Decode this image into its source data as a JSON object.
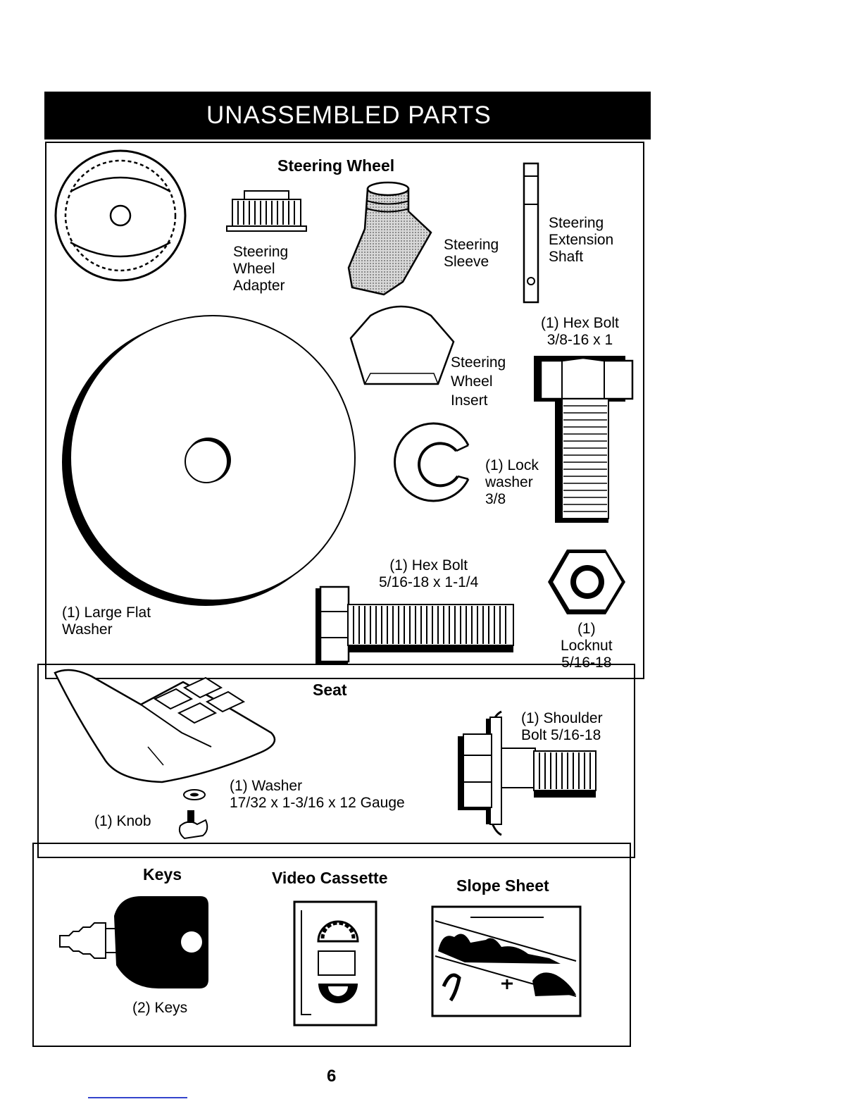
{
  "banner": {
    "title": "UNASSEMBLED PARTS"
  },
  "steering": {
    "header": "Steering Wheel",
    "adapter": "Steering\nWheel\nAdapter",
    "sleeve": "Steering\nSleeve",
    "extension_shaft": "Steering\nExtension\nShaft",
    "hex_bolt_large": "(1) Hex Bolt\n3/8-16 x 1",
    "insert": "Steering\nWheel\nInsert",
    "lock_washer": "(1) Lock\nwasher\n3/8",
    "large_flat_washer": "(1) Large Flat\nWasher",
    "hex_bolt_small": "(1) Hex Bolt\n5/16-18 x 1-1/4",
    "locknut": "(1)\nLocknut\n5/16-18"
  },
  "seat": {
    "header": "Seat",
    "shoulder_bolt": "(1) Shoulder\nBolt  5/16-18",
    "washer": "(1) Washer\n17/32 x 1-3/16 x 12 Gauge",
    "knob": "(1) Knob"
  },
  "misc": {
    "keys_header": "Keys",
    "keys_label": "(2) Keys",
    "video_header": "Video Cassette",
    "slope_header": "Slope Sheet"
  },
  "page": {
    "number": "6"
  }
}
